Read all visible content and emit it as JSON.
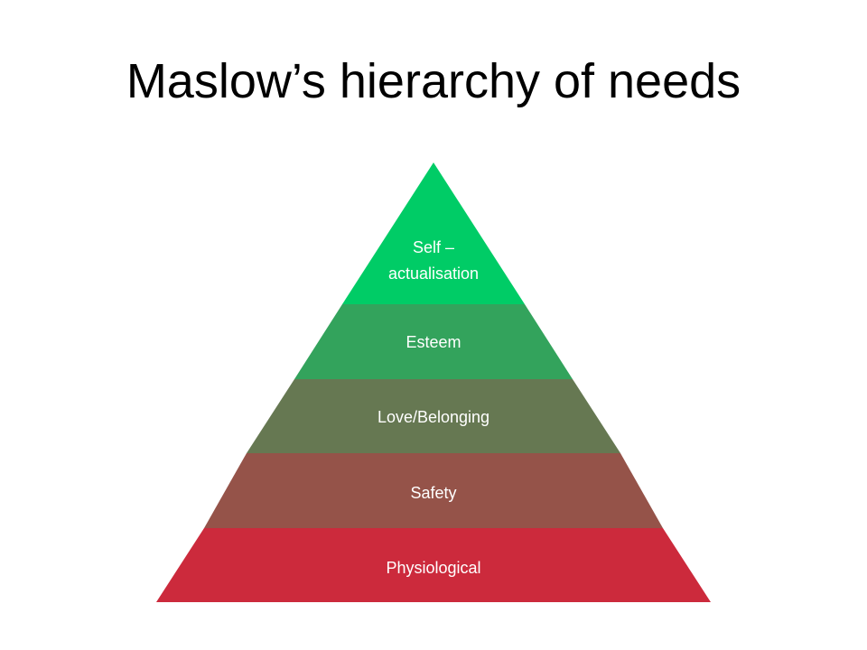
{
  "title": "Maslow’s hierarchy of needs",
  "levels": [
    {
      "lines": [
        "Self –",
        "actualisation"
      ],
      "color": "#00cc66"
    },
    {
      "lines": [
        "Esteem"
      ],
      "color": "#33a35c"
    },
    {
      "lines": [
        "Love/Belonging"
      ],
      "color": "#667852"
    },
    {
      "lines": [
        "Safety"
      ],
      "color": "#955349"
    },
    {
      "lines": [
        "Physiological"
      ],
      "color": "#cc2a3c"
    }
  ]
}
